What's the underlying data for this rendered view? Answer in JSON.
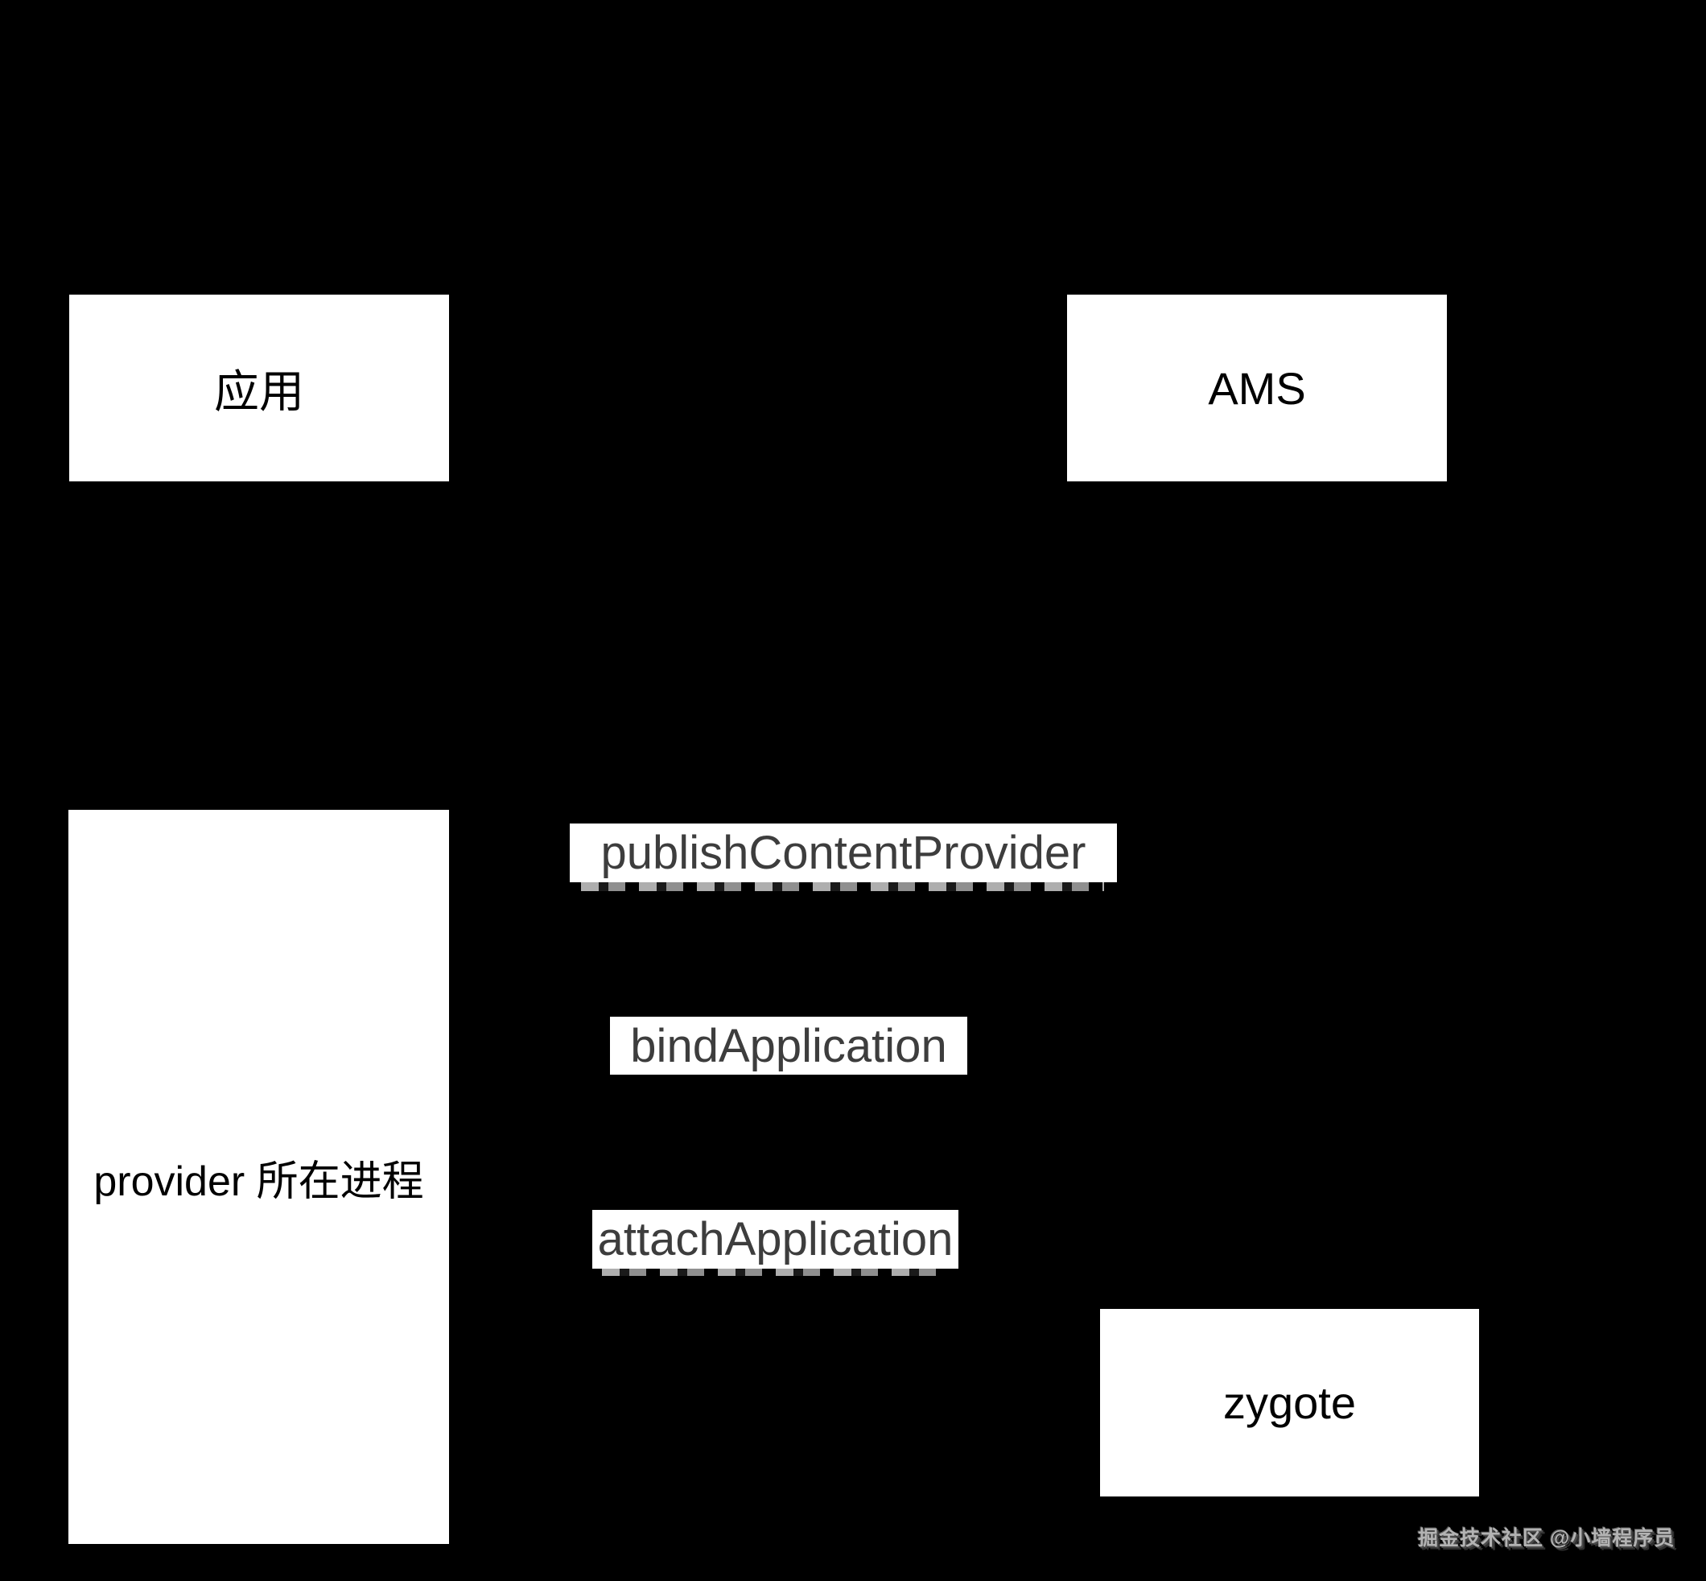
{
  "diagram": {
    "background": "#000000",
    "nodes": {
      "app": {
        "label": "应用"
      },
      "ams": {
        "label": "AMS"
      },
      "provider": {
        "label": "provider 所在进程"
      },
      "zygote": {
        "label": "zygote"
      }
    },
    "messages": {
      "publish": {
        "label": "publishContentProvider"
      },
      "bind": {
        "label": "bindApplication"
      },
      "attach": {
        "label": "attachApplication"
      }
    },
    "watermark": {
      "text": "掘金技术社区 @小墙程序员"
    },
    "colors": {
      "node_bg": "#ffffff",
      "node_text": "#000000",
      "message_bg": "#ffffff",
      "message_text": "#3d3d3d",
      "watermark_text": "#b3b3b3"
    }
  }
}
